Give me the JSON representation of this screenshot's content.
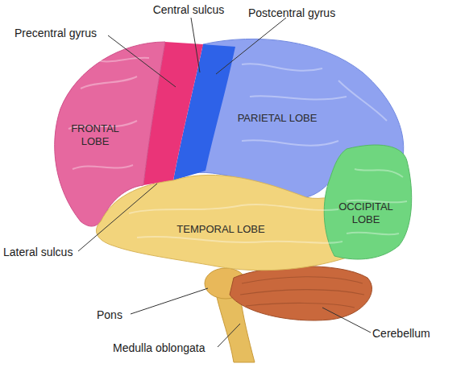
{
  "diagram": {
    "labels": [
      "Central sulcus",
      "Postcentral gyrus",
      "Precentral gyrus",
      "FRONTAL LOBE",
      "PARIETAL LOBE",
      "TEMPORAL LOBE",
      "OCCIPITAL LOBE",
      "Lateral sulcus",
      "Pons",
      "Medulla oblongata",
      "Cerebellum"
    ]
  }
}
